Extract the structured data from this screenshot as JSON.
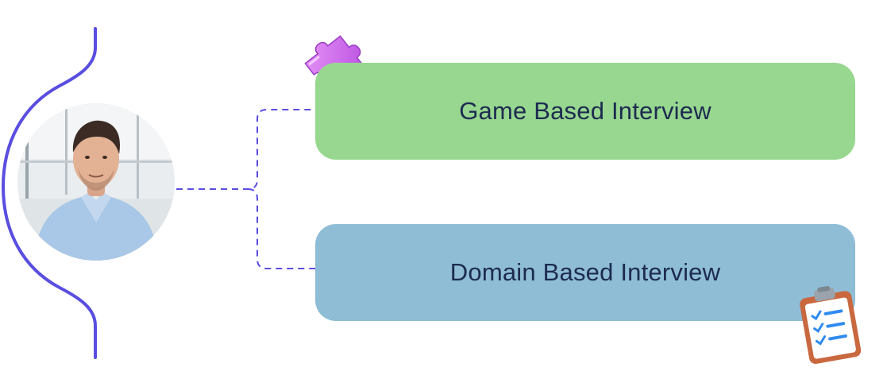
{
  "diagram": {
    "nodes": [
      {
        "id": "candidate",
        "icon": "person-photo"
      },
      {
        "id": "game",
        "label": "Game Based Interview",
        "icon": "puzzle-piece-icon"
      },
      {
        "id": "domain",
        "label": "Domain Based Interview",
        "icon": "clipboard-checklist-icon"
      }
    ],
    "edges": [
      {
        "from": "candidate",
        "to": "game",
        "style": "dashed"
      },
      {
        "from": "candidate",
        "to": "domain",
        "style": "dashed"
      }
    ]
  },
  "colors": {
    "accent_line": "#5a4ee0",
    "game_card": "#98d78f",
    "domain_card": "#8fbdd6",
    "card_text": "#1d2b50",
    "puzzle": "#d46df0",
    "clipboard": "#c9683f"
  }
}
